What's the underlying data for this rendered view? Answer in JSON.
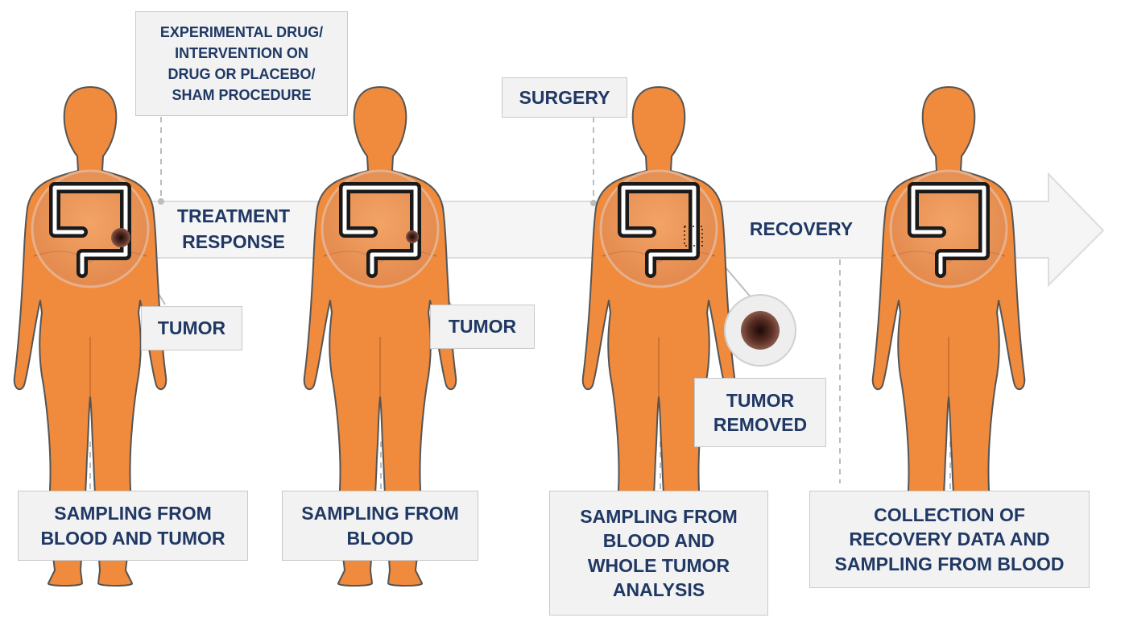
{
  "phases": {
    "treatment_response": [
      "TREATMENT",
      "RESPONSE"
    ],
    "recovery": "RECOVERY"
  },
  "callouts": {
    "intervention": [
      "EXPERIMENTAL DRUG/",
      "INTERVENTION ON",
      "DRUG OR PLACEBO/",
      "SHAM PROCEDURE"
    ],
    "surgery": "SURGERY",
    "tumor_1": "TUMOR",
    "tumor_2": "TUMOR",
    "tumor_removed": [
      "TUMOR",
      "REMOVED"
    ]
  },
  "sampling": {
    "stage_1": [
      "SAMPLING FROM",
      "BLOOD AND TUMOR"
    ],
    "stage_2": [
      "SAMPLING FROM",
      "BLOOD"
    ],
    "stage_3": [
      "SAMPLING FROM",
      "BLOOD AND",
      "WHOLE TUMOR",
      "ANALYSIS"
    ],
    "stage_4": [
      "COLLECTION OF",
      "RECOVERY DATA AND",
      "SAMPLING FROM BLOOD"
    ]
  },
  "colors": {
    "body": "#f08a3c",
    "body_outline": "#555555",
    "text": "#1f3864",
    "box_fill": "#f2f2f2",
    "box_border": "#c9c9c9",
    "arrow_fill": "#f5f5f5",
    "arrow_border": "#dcdcdc",
    "tumor": "#5a2e24"
  }
}
